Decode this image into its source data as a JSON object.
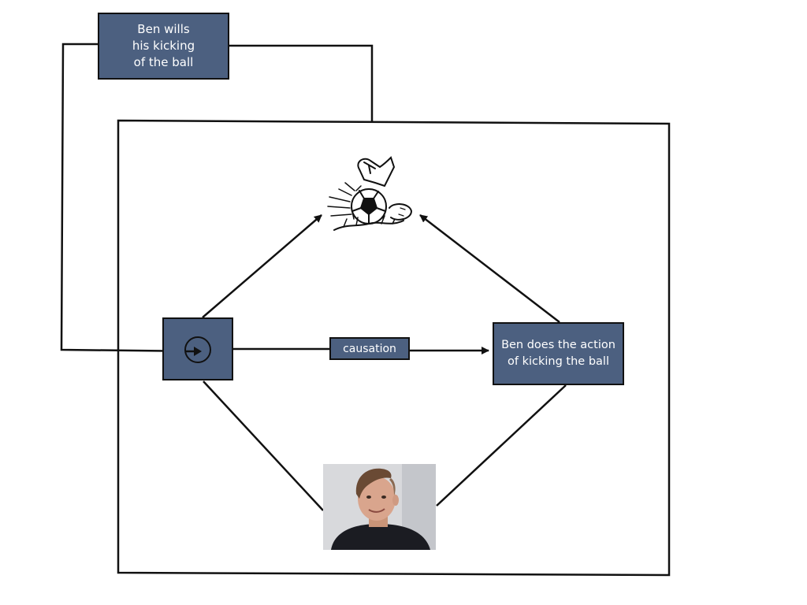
{
  "colors": {
    "box_fill": "#4c6080",
    "line": "#111111",
    "photo_background": "#d8d9dc",
    "shirt": "#1b1c22",
    "skin": "#d9a58d",
    "hair": "#6a4a34"
  },
  "nodes": {
    "will": {
      "label": "Ben wills\nhis kicking\nof the ball"
    },
    "causation": {
      "label": "causation"
    },
    "action": {
      "label": "Ben does the action\nof kicking the ball"
    }
  },
  "icons": {
    "origin": "circled-dot-icon",
    "kick": "soccer-ball-kick-icon",
    "person": "person-photo"
  }
}
